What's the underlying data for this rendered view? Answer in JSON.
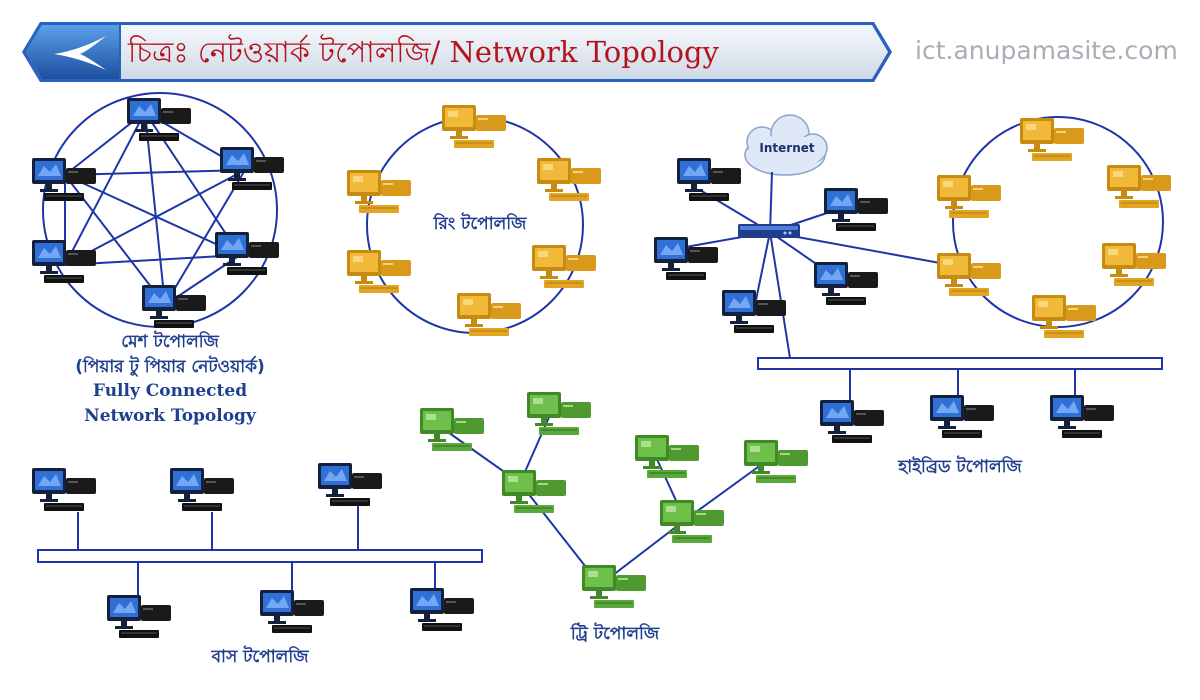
{
  "header": {
    "title": "চিত্রঃ নেটওয়ার্ক টপোলজি/ Network Topology",
    "site": "ict.anupamasite.com"
  },
  "labels": {
    "mesh_bn": "মেশ টপোলজি",
    "mesh_p2p": "(পিয়ার টু পিয়ার নেটওয়ার্ক)",
    "mesh_en1": "Fully Connected",
    "mesh_en2": "Network Topology",
    "ring": "রিং টপোলজি",
    "hybrid": "হাইব্রিড টপোলজি",
    "internet": "Internet",
    "bus": "বাস টপোলজি",
    "tree": "ট্রি টপোলজি"
  },
  "colors": {
    "title_text": "#b5121b",
    "label_text": "#1f3f8f",
    "link_line": "#1e35a8",
    "ring_pc": "#e0a21c",
    "tree_pc": "#5aa83a",
    "mesh_pc": "#1b2a4a",
    "site_text": "#a8adb6"
  },
  "icons": {
    "computer": "desktop-computer-icon",
    "cloud": "internet-cloud-icon",
    "switch": "network-switch-icon"
  }
}
